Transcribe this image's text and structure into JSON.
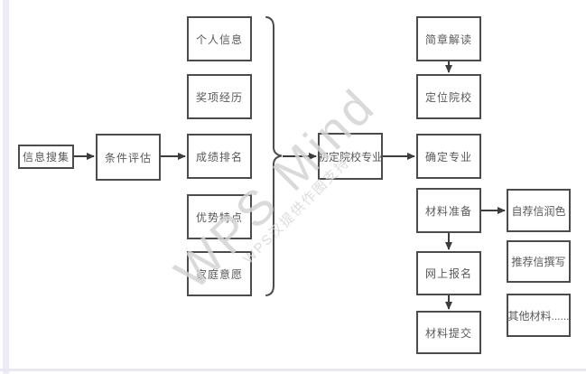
{
  "watermark": {
    "title": "WPS Mind",
    "subtitle": "WPS汉提供作图支持"
  },
  "flowchart": {
    "nodes": [
      {
        "id": "info-collect",
        "label": "信息搜集"
      },
      {
        "id": "condition-eval",
        "label": "条件评估"
      },
      {
        "id": "personal-info",
        "label": "个人信息"
      },
      {
        "id": "award-experience",
        "label": "奖项经历"
      },
      {
        "id": "score-ranking",
        "label": "成绩排名"
      },
      {
        "id": "advantage-traits",
        "label": "优势特点"
      },
      {
        "id": "family-wishes",
        "label": "家庭意愿"
      },
      {
        "id": "initial-school-major",
        "label": "初定院校专业"
      },
      {
        "id": "brochure-reading",
        "label": "简章解读"
      },
      {
        "id": "locate-schools",
        "label": "定位院校"
      },
      {
        "id": "confirm-major",
        "label": "确定专业"
      },
      {
        "id": "material-prep",
        "label": "材料准备"
      },
      {
        "id": "online-registration",
        "label": "网上报名"
      },
      {
        "id": "material-submission",
        "label": "材料提交"
      },
      {
        "id": "self-letter-polish",
        "label": "自荐信润色"
      },
      {
        "id": "rec-letter-writing",
        "label": "推荐信撰写"
      },
      {
        "id": "other-materials",
        "label": "其他材料......"
      }
    ]
  },
  "colors": {
    "node_border": "#4c4c4c",
    "node_text": "#595959",
    "connector": "#3d3d3d",
    "watermark": "#d4d4d4",
    "left_strip": "#ecebf7"
  }
}
